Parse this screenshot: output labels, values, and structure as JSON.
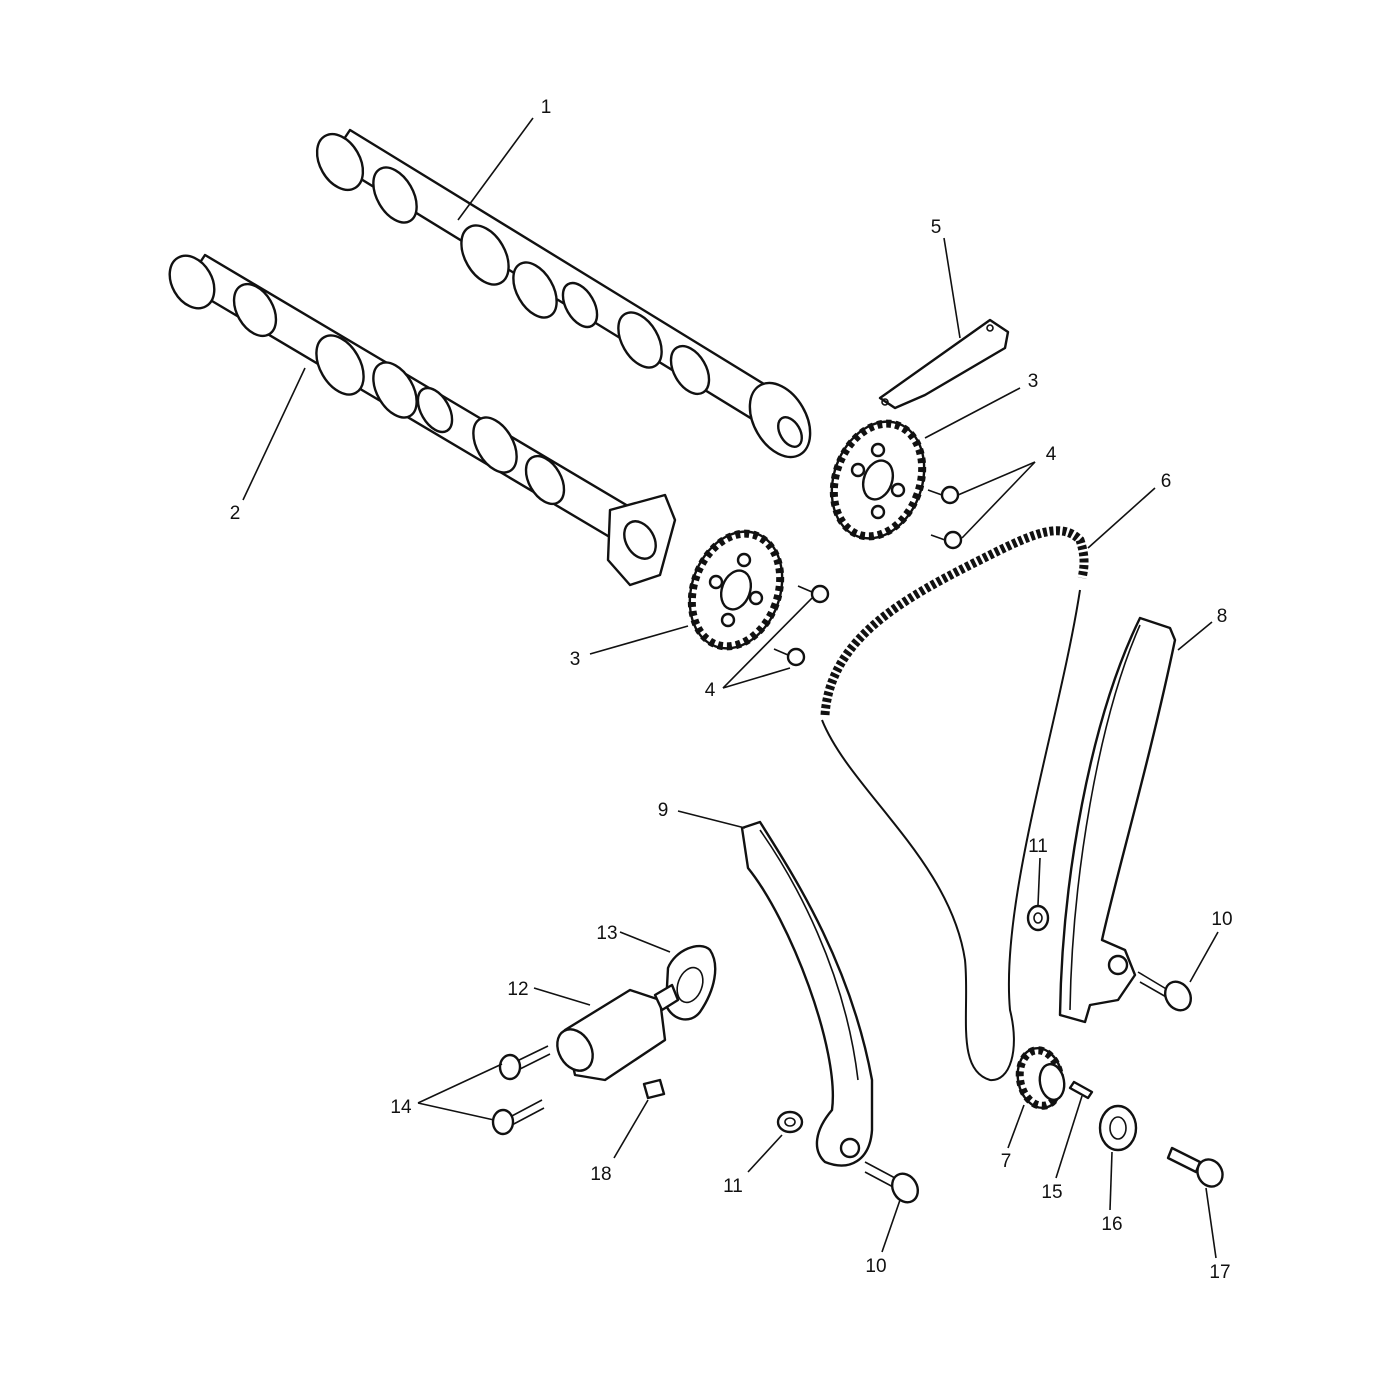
{
  "callouts": [
    {
      "id": "c1",
      "text": "1"
    },
    {
      "id": "c2",
      "text": "2"
    },
    {
      "id": "c3a",
      "text": "3"
    },
    {
      "id": "c3b",
      "text": "3"
    },
    {
      "id": "c4a",
      "text": "4"
    },
    {
      "id": "c4b",
      "text": "4"
    },
    {
      "id": "c5",
      "text": "5"
    },
    {
      "id": "c6",
      "text": "6"
    },
    {
      "id": "c7",
      "text": "7"
    },
    {
      "id": "c8",
      "text": "8"
    },
    {
      "id": "c9",
      "text": "9"
    },
    {
      "id": "c10a",
      "text": "10"
    },
    {
      "id": "c10b",
      "text": "10"
    },
    {
      "id": "c11a",
      "text": "11"
    },
    {
      "id": "c11b",
      "text": "11"
    },
    {
      "id": "c12",
      "text": "12"
    },
    {
      "id": "c13",
      "text": "13"
    },
    {
      "id": "c14",
      "text": "14"
    },
    {
      "id": "c15",
      "text": "15"
    },
    {
      "id": "c16",
      "text": "16"
    },
    {
      "id": "c17",
      "text": "17"
    },
    {
      "id": "c18",
      "text": "18"
    }
  ]
}
